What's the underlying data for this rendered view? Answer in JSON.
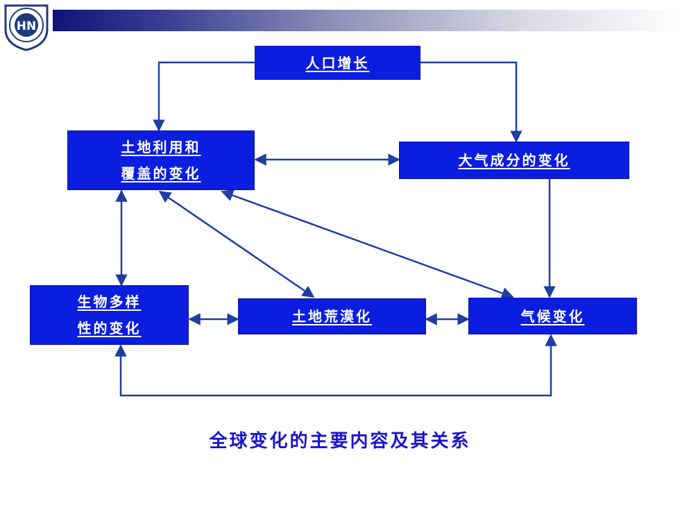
{
  "colors": {
    "box_fill": "#0b1ee0",
    "arrow": "#1f3ea0",
    "caption": "#1a13d0"
  },
  "logo": {
    "text": "HN"
  },
  "nodes": {
    "population": {
      "label": "人口增长"
    },
    "landuse": {
      "line1": "土地利用和",
      "line2": "覆盖的变化"
    },
    "atmosphere": {
      "label": "大气成分的变化"
    },
    "biodiversity": {
      "line1": "生物多样",
      "line2": "性的变化"
    },
    "desertification": {
      "label": "土地荒漠化"
    },
    "climate": {
      "label": "气候变化"
    }
  },
  "caption": "全球变化的主要内容及其关系"
}
